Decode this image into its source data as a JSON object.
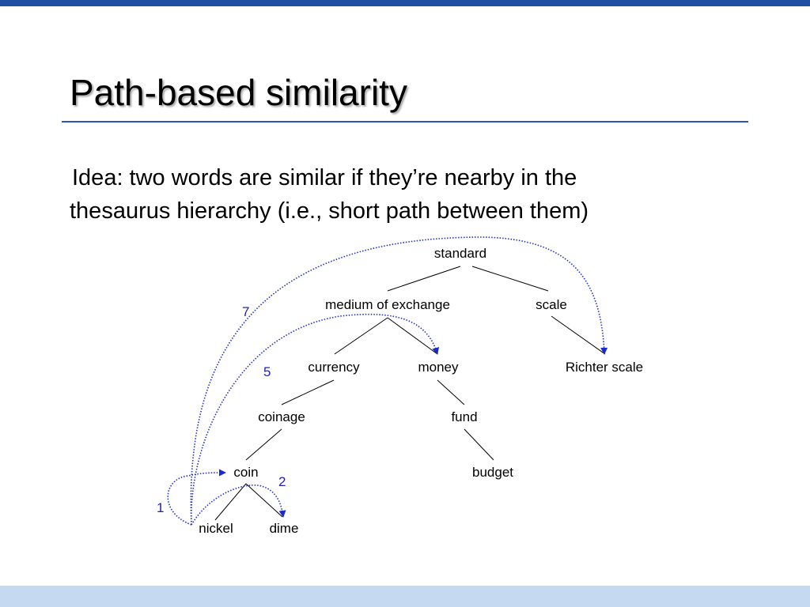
{
  "slide": {
    "title": "Path-based similarity",
    "body_lines": [
      "Idea: two words are similar if they’re nearby in the",
      "thesaurus hierarchy (i.e., short path between them)"
    ]
  },
  "hierarchy": {
    "nodes": {
      "standard": "standard",
      "medium_of_exchange": "medium of exchange",
      "scale": "scale",
      "currency": "currency",
      "money": "money",
      "richter_scale": "Richter scale",
      "coinage": "coinage",
      "fund": "fund",
      "coin": "coin",
      "budget": "budget",
      "nickel": "nickel",
      "dime": "dime"
    },
    "edges": [
      [
        "standard",
        "medium_of_exchange"
      ],
      [
        "standard",
        "scale"
      ],
      [
        "medium_of_exchange",
        "currency"
      ],
      [
        "medium_of_exchange",
        "money"
      ],
      [
        "scale",
        "richter_scale"
      ],
      [
        "currency",
        "coinage"
      ],
      [
        "money",
        "fund"
      ],
      [
        "coinage",
        "coin"
      ],
      [
        "fund",
        "budget"
      ],
      [
        "coin",
        "nickel"
      ],
      [
        "coin",
        "dime"
      ]
    ]
  },
  "paths": [
    {
      "from": "nickel",
      "to": "coin",
      "length": "1"
    },
    {
      "from": "nickel",
      "to": "dime",
      "length": "2"
    },
    {
      "from": "nickel",
      "to": "money",
      "length": "5"
    },
    {
      "from": "nickel",
      "to": "richter_scale",
      "length": "7"
    }
  ],
  "colors": {
    "accent": "#1f4fa3",
    "path": "#2030c8",
    "footer": "#c5d9f1"
  }
}
